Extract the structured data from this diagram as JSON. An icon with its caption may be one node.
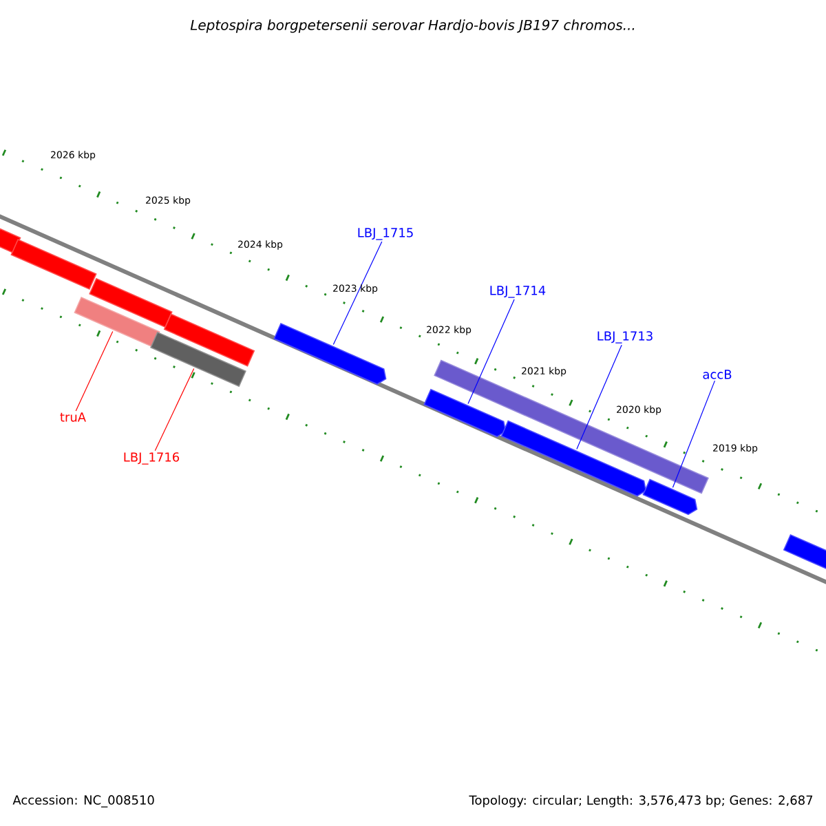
{
  "diagram": {
    "title": "Leptospira borgpetersenii serovar Hardjo-bovis JB197 chromos...",
    "nodes": [
      {
        "text": [
          "truA"
        ]
      },
      {
        "text": [
          "LBJ_1716"
        ]
      },
      {
        "text": [
          "LBJ_1715"
        ]
      },
      {
        "text": [
          "LBJ_1714"
        ]
      },
      {
        "text": [
          "LBJ_1713"
        ]
      },
      {
        "text": [
          "accB"
        ]
      },
      {
        "text": [],
        "shape": "bar"
      },
      {
        "text": [],
        "shape": "bar"
      },
      {
        "text": [],
        "shape": "bar"
      },
      {
        "text": [],
        "shape": "bar"
      },
      {
        "text": [],
        "shape": "bar"
      },
      {
        "text": [],
        "shape": "bar"
      },
      {
        "text": [],
        "shape": "bar"
      },
      {
        "text": [],
        "shape": "bar"
      },
      {
        "text": [],
        "shape": "bar"
      },
      {
        "text": [],
        "shape": "bar"
      },
      {
        "text": [],
        "shape": "bar"
      },
      {
        "text": [],
        "shape": "bar"
      }
    ],
    "edges": [
      {
        "from": 0,
        "to": 10,
        "arrow": "none",
        "color": "#ff0000"
      },
      {
        "from": 1,
        "to": 11,
        "arrow": "none",
        "color": "#ff0000"
      },
      {
        "from": 2,
        "to": 13,
        "arrow": "none"
      },
      {
        "from": 3,
        "to": 14,
        "arrow": "none"
      },
      {
        "from": 4,
        "to": 15,
        "arrow": "none"
      },
      {
        "from": 5,
        "to": 16,
        "arrow": "none"
      }
    ],
    "labels": [
      "2026 kbp",
      "2025 kbp",
      "2024 kbp",
      "2023 kbp",
      "2022 kbp",
      "2021 kbp",
      "2020 kbp",
      "2019 kbp",
      "Accession: NC_008510",
      "Topology: circular; Length: 3,576,473 bp; Genes: 2,687"
    ]
  }
}
